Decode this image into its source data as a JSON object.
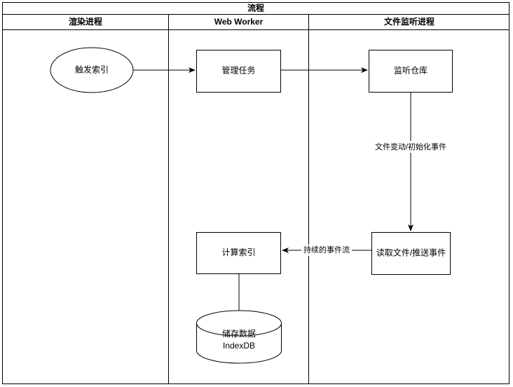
{
  "diagram": {
    "title": "流程",
    "type": "swimlane-flowchart",
    "lanes": [
      {
        "id": "lane-render",
        "label": "渲染进程"
      },
      {
        "id": "lane-web-worker",
        "label": "Web Worker"
      },
      {
        "id": "lane-file-watcher",
        "label": "文件监听进程"
      }
    ],
    "nodes": [
      {
        "id": "node-trigger-index",
        "label": "触发索引",
        "shape": "ellipse",
        "lane": "lane-render"
      },
      {
        "id": "node-manage-task",
        "label": "管理任务",
        "shape": "rectangle",
        "lane": "lane-web-worker"
      },
      {
        "id": "node-watch-repo",
        "label": "监听仓库",
        "shape": "rectangle",
        "lane": "lane-file-watcher"
      },
      {
        "id": "node-read-push",
        "label": "读取文件/推送事件",
        "shape": "rectangle",
        "lane": "lane-file-watcher"
      },
      {
        "id": "node-compute-index",
        "label": "计算索引",
        "shape": "rectangle",
        "lane": "lane-web-worker"
      },
      {
        "id": "node-store-data",
        "label_line1": "储存数据",
        "label_line2": "IndexDB",
        "shape": "cylinder",
        "lane": "lane-web-worker"
      }
    ],
    "edges": [
      {
        "id": "edge-trigger-to-manage",
        "from": "node-trigger-index",
        "to": "node-manage-task",
        "label": ""
      },
      {
        "id": "edge-manage-to-watch",
        "from": "node-manage-task",
        "to": "node-watch-repo",
        "label": ""
      },
      {
        "id": "edge-watch-to-read",
        "from": "node-watch-repo",
        "to": "node-read-push",
        "label": "文件变动/初始化事件"
      },
      {
        "id": "edge-read-to-compute",
        "from": "node-read-push",
        "to": "node-compute-index",
        "label": "持续的事件流"
      },
      {
        "id": "edge-compute-to-store",
        "from": "node-compute-index",
        "to": "node-store-data",
        "label": ""
      }
    ],
    "colors": {
      "stroke": "#000000",
      "fill": "#ffffff",
      "text": "#000000"
    }
  }
}
